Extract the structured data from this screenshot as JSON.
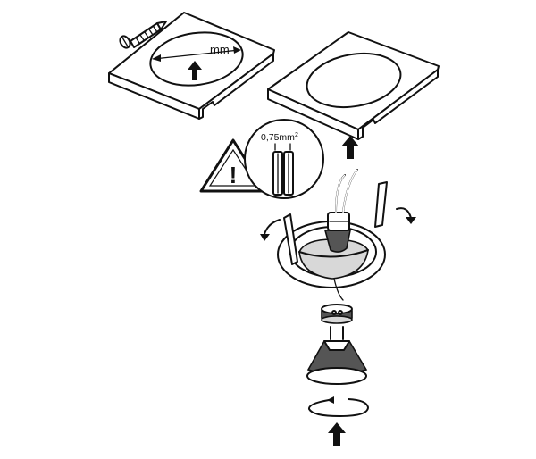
{
  "figure": {
    "measure_label": "mm",
    "cable_spec": "0,75mm",
    "cable_spec_exponent": "2",
    "warning_symbol": "!",
    "icons": [
      "warning-triangle-icon",
      "screw-icon",
      "arrow-up-icon",
      "rotate-arrow-icon"
    ]
  }
}
